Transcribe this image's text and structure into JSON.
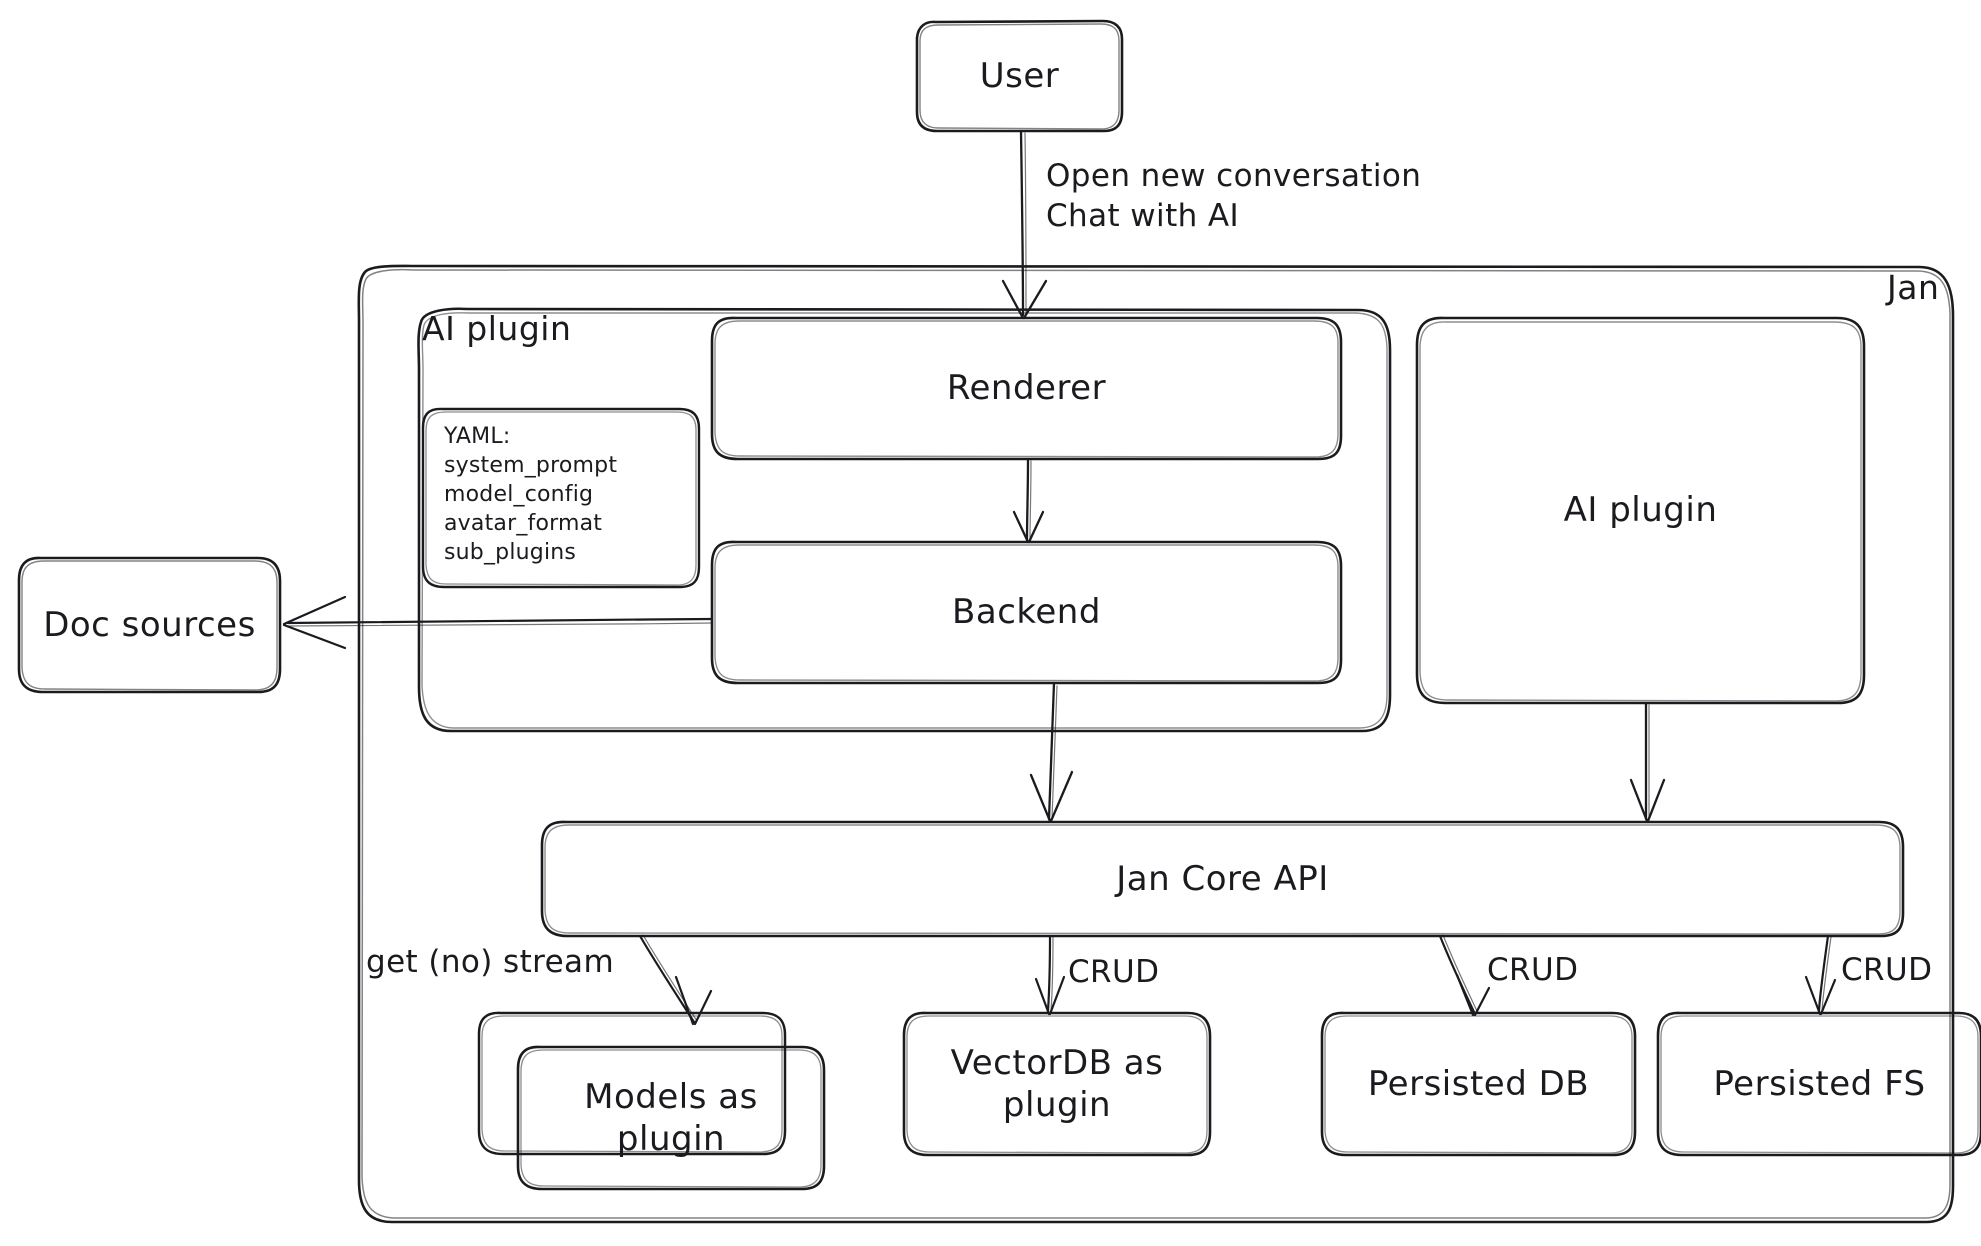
{
  "diagram": {
    "title_label": "Jan",
    "style": "hand-drawn architecture diagram",
    "stroke_color": "#1b1b1f",
    "background_color": "#ffffff"
  },
  "containers": {
    "jan": {
      "label": "Jan"
    },
    "ai_plugin_group": {
      "label": "AI plugin"
    }
  },
  "nodes": {
    "user": {
      "label": "User"
    },
    "renderer": {
      "label": "Renderer"
    },
    "backend": {
      "label": "Backend"
    },
    "ai_plugin": {
      "label": "AI plugin"
    },
    "doc_sources": {
      "label": "Doc sources"
    },
    "jan_core_api": {
      "label": "Jan Core API"
    },
    "models_as_plugin": {
      "label": "Models as\nplugin"
    },
    "vectordb_as_plugin": {
      "label": "VectorDB as\nplugin"
    },
    "persisted_db": {
      "label": "Persisted DB"
    },
    "persisted_fs": {
      "label": "Persisted FS"
    }
  },
  "yaml_note": {
    "heading": "YAML:",
    "keys": [
      "system_prompt",
      "model_config",
      "avatar_format",
      "sub_plugins"
    ],
    "text": "YAML:\nsystem_prompt\nmodel_config\navatar_format\nsub_plugins"
  },
  "edges": [
    {
      "from": "user",
      "to": "renderer",
      "label": "Open new conversation\nChat with AI"
    },
    {
      "from": "renderer",
      "to": "backend",
      "label": ""
    },
    {
      "from": "backend",
      "to": "doc_sources",
      "label": ""
    },
    {
      "from": "backend",
      "to": "jan_core_api",
      "label": ""
    },
    {
      "from": "ai_plugin",
      "to": "jan_core_api",
      "label": ""
    },
    {
      "from": "jan_core_api",
      "to": "models_as_plugin",
      "label": "get (no) stream"
    },
    {
      "from": "jan_core_api",
      "to": "vectordb_as_plugin",
      "label": "CRUD"
    },
    {
      "from": "jan_core_api",
      "to": "persisted_db",
      "label": "CRUD"
    },
    {
      "from": "jan_core_api",
      "to": "persisted_fs",
      "label": "CRUD"
    }
  ],
  "edge_labels": {
    "user_to_renderer": "Open new conversation\nChat with AI",
    "to_models": "get (no) stream",
    "to_vectordb": "CRUD",
    "to_persisted_db": "CRUD",
    "to_persisted_fs": "CRUD"
  }
}
